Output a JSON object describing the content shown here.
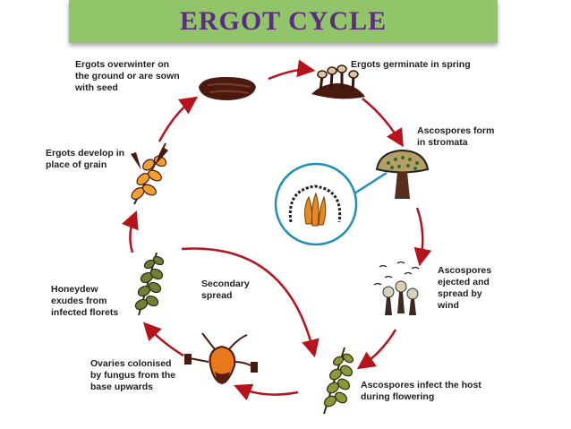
{
  "title": "ERGOT CYCLE",
  "stages": {
    "overwinter": "Ergots overwinter on\nthe ground or are sown\nwith seed",
    "germinate": "Ergots germinate in spring",
    "ascospores_form": "Ascospores form\nin stromata",
    "ejected": "Ascospores\nejected and\nspread by\nwind",
    "infect": "Ascospores infect the host\nduring flowering",
    "ovaries": "Ovaries colonised\nby fungus from the\nbase upwards",
    "honeydew": "Honeydew\nexudes from\ninfected florets",
    "develop": "Ergots develop in\nplace of grain",
    "secondary": "Secondary\nspread"
  },
  "colors": {
    "banner": "#92c46a",
    "title_text": "#5b2d7e",
    "arrow": "#b5141d",
    "ergot": "#4a1a10",
    "inset_ring": "#1f8fb8"
  }
}
